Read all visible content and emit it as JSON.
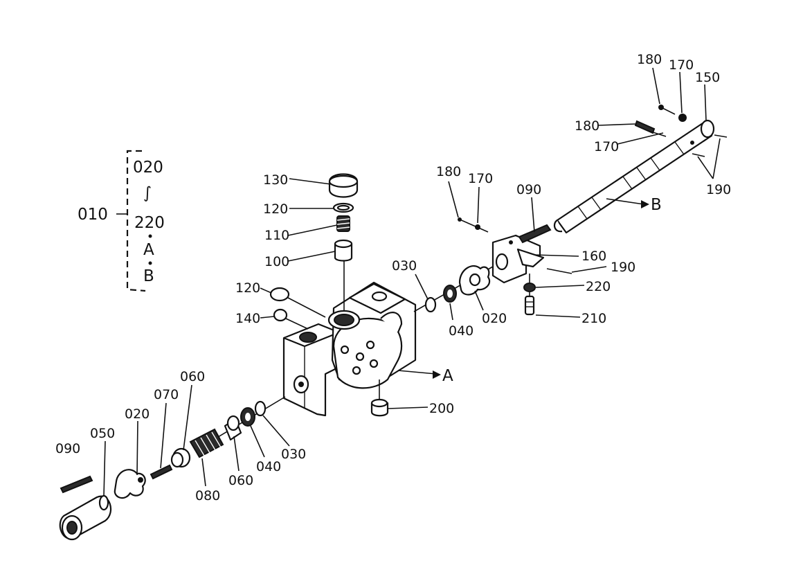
{
  "legend": {
    "group": "010",
    "from": "020",
    "range_mark": "∫",
    "to": "220",
    "extra_a": "A",
    "extra_b": "B"
  },
  "callouts": {
    "c130": "130",
    "c120_top": "120",
    "c110": "110",
    "c100": "100",
    "c120_left": "120",
    "c140": "140",
    "c030_top": "030",
    "c040_top": "040",
    "c020_top": "020",
    "c180_mid": "180",
    "c170_mid": "170",
    "c090_top": "090",
    "c160": "160",
    "c190_mid": "190",
    "c220": "220",
    "c210": "210",
    "c180_top": "180",
    "c170_top": "170",
    "c150": "150",
    "c180_top2": "180",
    "c170_top2": "170",
    "c190_right": "190",
    "ref_b": "B",
    "ref_a": "A",
    "c200": "200",
    "c090_bot": "090",
    "c050": "050",
    "c020_bot": "020",
    "c070": "070",
    "c060_top": "060",
    "c080": "080",
    "c060_bot": "060",
    "c040_bot": "040",
    "c030_bot": "030"
  }
}
